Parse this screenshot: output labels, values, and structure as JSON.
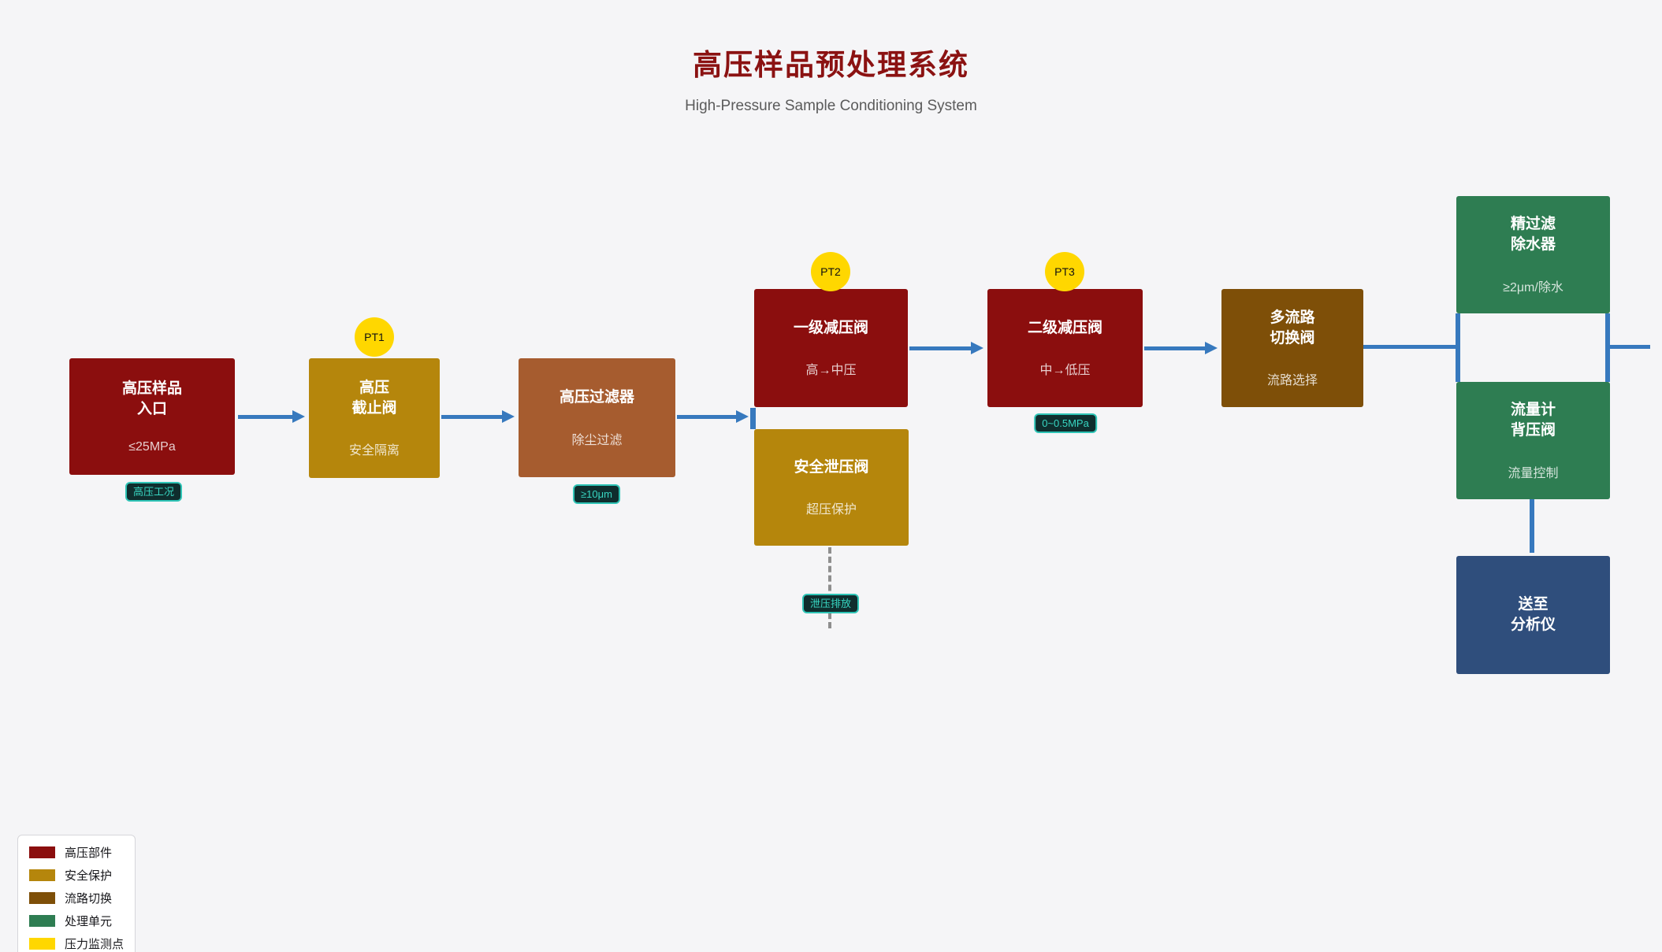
{
  "diagram": {
    "title": "高压样品预处理系统",
    "subtitle": "High-Pressure Sample Conditioning System"
  },
  "colors": {
    "background": "#F5F5F7",
    "title": "#8B1212",
    "flow_line": "#3779BE",
    "relief_line_dashed": "#8E8E8E",
    "badge_background": "#0F2E2E",
    "badge_text": "#38D6C2",
    "badge_border": "#2EC4B6"
  },
  "nodes": [
    {
      "label": "高压样品\n入口",
      "sublabel": "≤25MPa",
      "color": "#8B0E0E"
    },
    {
      "label": "高压\n截止阀",
      "sublabel": "安全隔离",
      "color": "#B5860C"
    },
    {
      "label": "高压过滤器",
      "sublabel": "除尘过滤",
      "color": "#A65C2F"
    },
    {
      "label": "一级减压阀",
      "sublabel": "高→中压",
      "color": "#8B0E0E"
    },
    {
      "label": "安全泄压阀",
      "sublabel": "超压保护",
      "color": "#B5860C"
    },
    {
      "label": "二级减压阀",
      "sublabel": "中→低压",
      "color": "#8B0E0E"
    },
    {
      "label": "多流路\n切换阀",
      "sublabel": "流路选择",
      "color": "#7E4F08"
    },
    {
      "label": "精过滤\n除水器",
      "sublabel": "≥2μm/除水",
      "color": "#2E7D52"
    },
    {
      "label": "流量计\n背压阀",
      "sublabel": "流量控制",
      "color": "#2E7D52"
    },
    {
      "label": "送至\n分析仪",
      "sublabel": "",
      "color": "#2F4E7C"
    }
  ],
  "sensors": [
    {
      "label": "PT1",
      "color": "#FFD700"
    },
    {
      "label": "PT2",
      "color": "#FFD700"
    },
    {
      "label": "PT3",
      "color": "#FFD700"
    }
  ],
  "badges": [
    {
      "label": "高压工况"
    },
    {
      "label": "≥10μm"
    },
    {
      "label": "0~0.5MPa"
    },
    {
      "label": "泄压排放"
    }
  ],
  "legend": {
    "items": [
      {
        "label": "高压部件",
        "color": "#8B0E0E"
      },
      {
        "label": "安全保护",
        "color": "#B5860C"
      },
      {
        "label": "流路切换",
        "color": "#7E4F08"
      },
      {
        "label": "处理单元",
        "color": "#2E7D52"
      },
      {
        "label": "压力监测点",
        "color": "#FFD700"
      }
    ]
  }
}
